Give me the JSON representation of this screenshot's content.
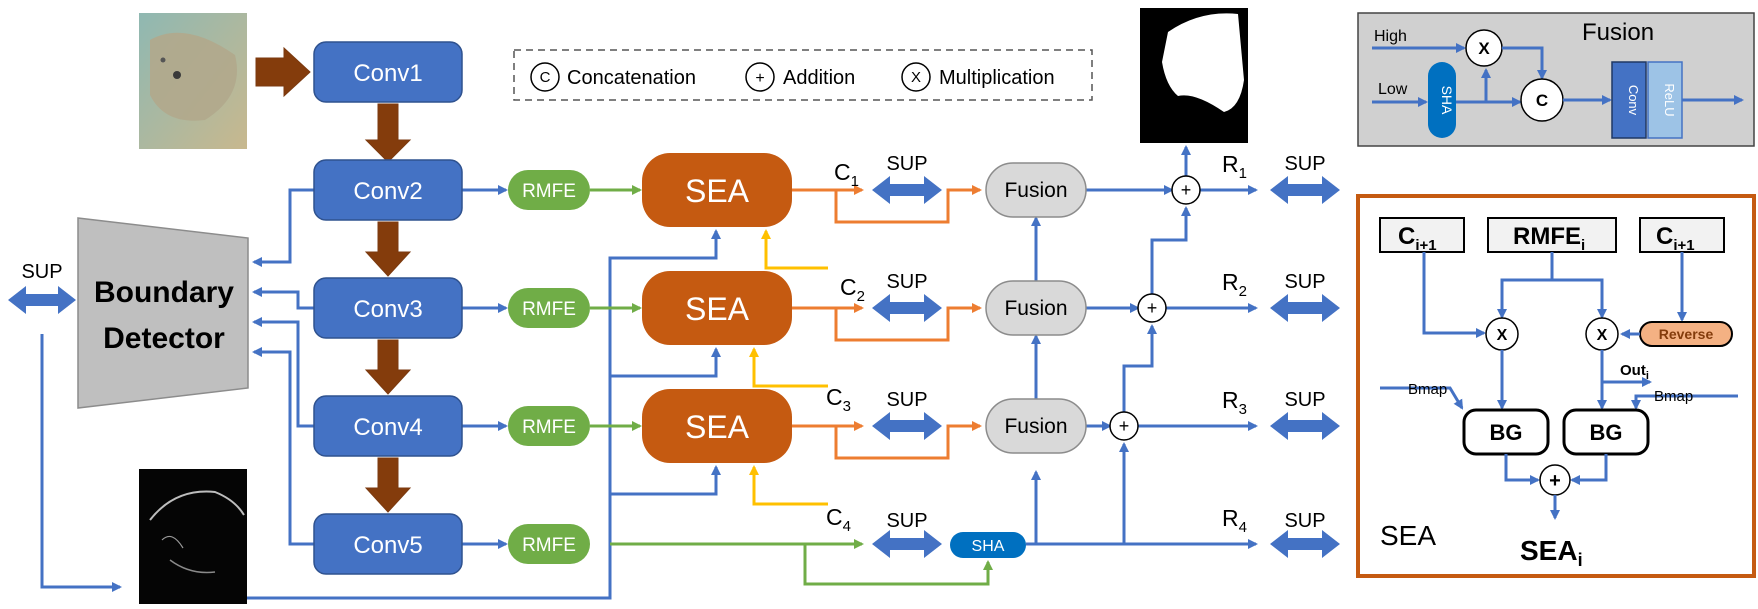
{
  "legend": {
    "concat_symbol": "C",
    "concat_label": "Concatenation",
    "add_symbol": "+",
    "add_label": "Addition",
    "mul_symbol": "X",
    "mul_label": "Multiplication"
  },
  "conv": [
    "Conv1",
    "Conv2",
    "Conv3",
    "Conv4",
    "Conv5"
  ],
  "rmfe": "RMFE",
  "sea": "SEA",
  "fusion": "Fusion",
  "sha": "SHA",
  "sup": "SUP",
  "boundary": {
    "line1": "Boundary",
    "line2": "Detector"
  },
  "c_labels": [
    "C",
    "C",
    "C",
    "C"
  ],
  "c_subs": [
    "1",
    "2",
    "3",
    "4"
  ],
  "r_labels": [
    "R",
    "R",
    "R",
    "R"
  ],
  "r_subs": [
    "1",
    "2",
    "3",
    "4"
  ],
  "add_sign": "+",
  "fusion_inset": {
    "title": "Fusion",
    "high": "High",
    "low": "Low",
    "sha": "SHA",
    "mul": "X",
    "concat": "C",
    "conv": "Conv",
    "relu": "ReLU"
  },
  "sea_inset": {
    "title": "SEA",
    "c_left": "C",
    "c_left_sub": "i+1",
    "rmfe": "RMFE",
    "rmfe_sub": "i",
    "c_right": "C",
    "c_right_sub": "i+1",
    "reverse": "Reverse",
    "mul": "X",
    "out": "Out",
    "out_sub": "i",
    "bmap_left": "Bmap",
    "bmap_right": "Bmap",
    "bg": "BG",
    "add": "+",
    "result": "SEA",
    "result_sub": "i"
  },
  "colors": {
    "blue_box": "#4472c4",
    "orange_box": "#c55a11",
    "green_box": "#70ad47",
    "gray_box": "#d9d9d9",
    "arrow_blue": "#4472c4",
    "arrow_orange": "#ed7d31",
    "arrow_green": "#70ad47",
    "arrow_yellow": "#ffc000",
    "arrow_brown": "#843c0c",
    "sha_blue": "#0070c0",
    "reverse_fill": "#f4b183",
    "sea_border": "#c55a11"
  }
}
